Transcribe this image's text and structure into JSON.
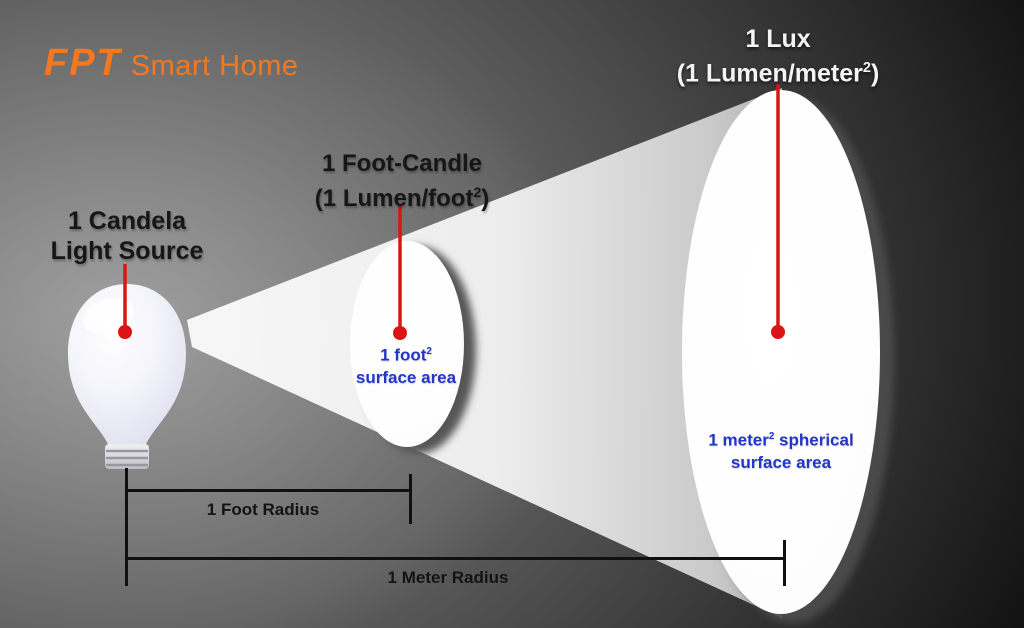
{
  "logo": {
    "brand": "FPT",
    "product": "Smart Home"
  },
  "labels": {
    "candela": {
      "line1": "1 Candela",
      "line2": "Light Source"
    },
    "foot_candle": {
      "line1": "1 Foot-Candle",
      "unit_open": "(1 Lumen/foot",
      "unit_sup": "2",
      "unit_close": ")"
    },
    "lux": {
      "line1": "1 Lux",
      "unit_open": "(1 Lumen/meter",
      "unit_sup": "2",
      "unit_close": ")"
    },
    "foot_surface": {
      "value": "1 foot",
      "sup": "2",
      "line2": "surface area"
    },
    "meter_surface": {
      "value": "1 meter",
      "sup": "2",
      "rest": " spherical",
      "line2": "surface area"
    },
    "foot_radius": "1 Foot Radius",
    "meter_radius": "1 Meter Radius"
  },
  "colors": {
    "brand_orange": "#F5781E",
    "pointer_red": "#D91515",
    "surface_text_blue": "#2336C9",
    "label_black": "#161616",
    "lux_text_white": "#F4F4F4",
    "beam_white": "#F7F7F7",
    "background_black": "#000000"
  }
}
